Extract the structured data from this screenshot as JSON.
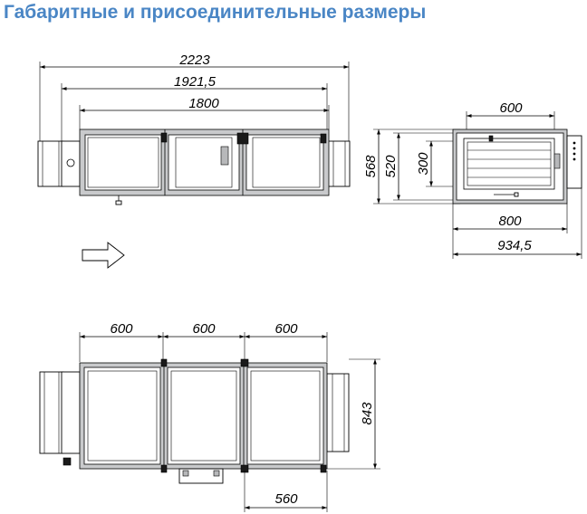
{
  "title": "Габаритные и присоединительные размеры",
  "colors": {
    "title": "#4a86c5",
    "frame": "#c9cacc",
    "line": "#000000"
  },
  "front_view": {
    "dim_total": "2223",
    "dim_ducts": "1921,5",
    "dim_body": "1800"
  },
  "side_view": {
    "dim_height_total": "568",
    "dim_height_body": "520",
    "dim_duct_height": "300",
    "dim_duct_width": "600",
    "dim_depth": "800",
    "dim_depth_total": "934,5"
  },
  "flow_arrow": {
    "icon": "airflow-arrow-icon"
  },
  "top_view": {
    "dim_section_1": "600",
    "dim_section_2": "600",
    "dim_section_3": "600",
    "dim_width": "843",
    "dim_bottom": "560"
  }
}
